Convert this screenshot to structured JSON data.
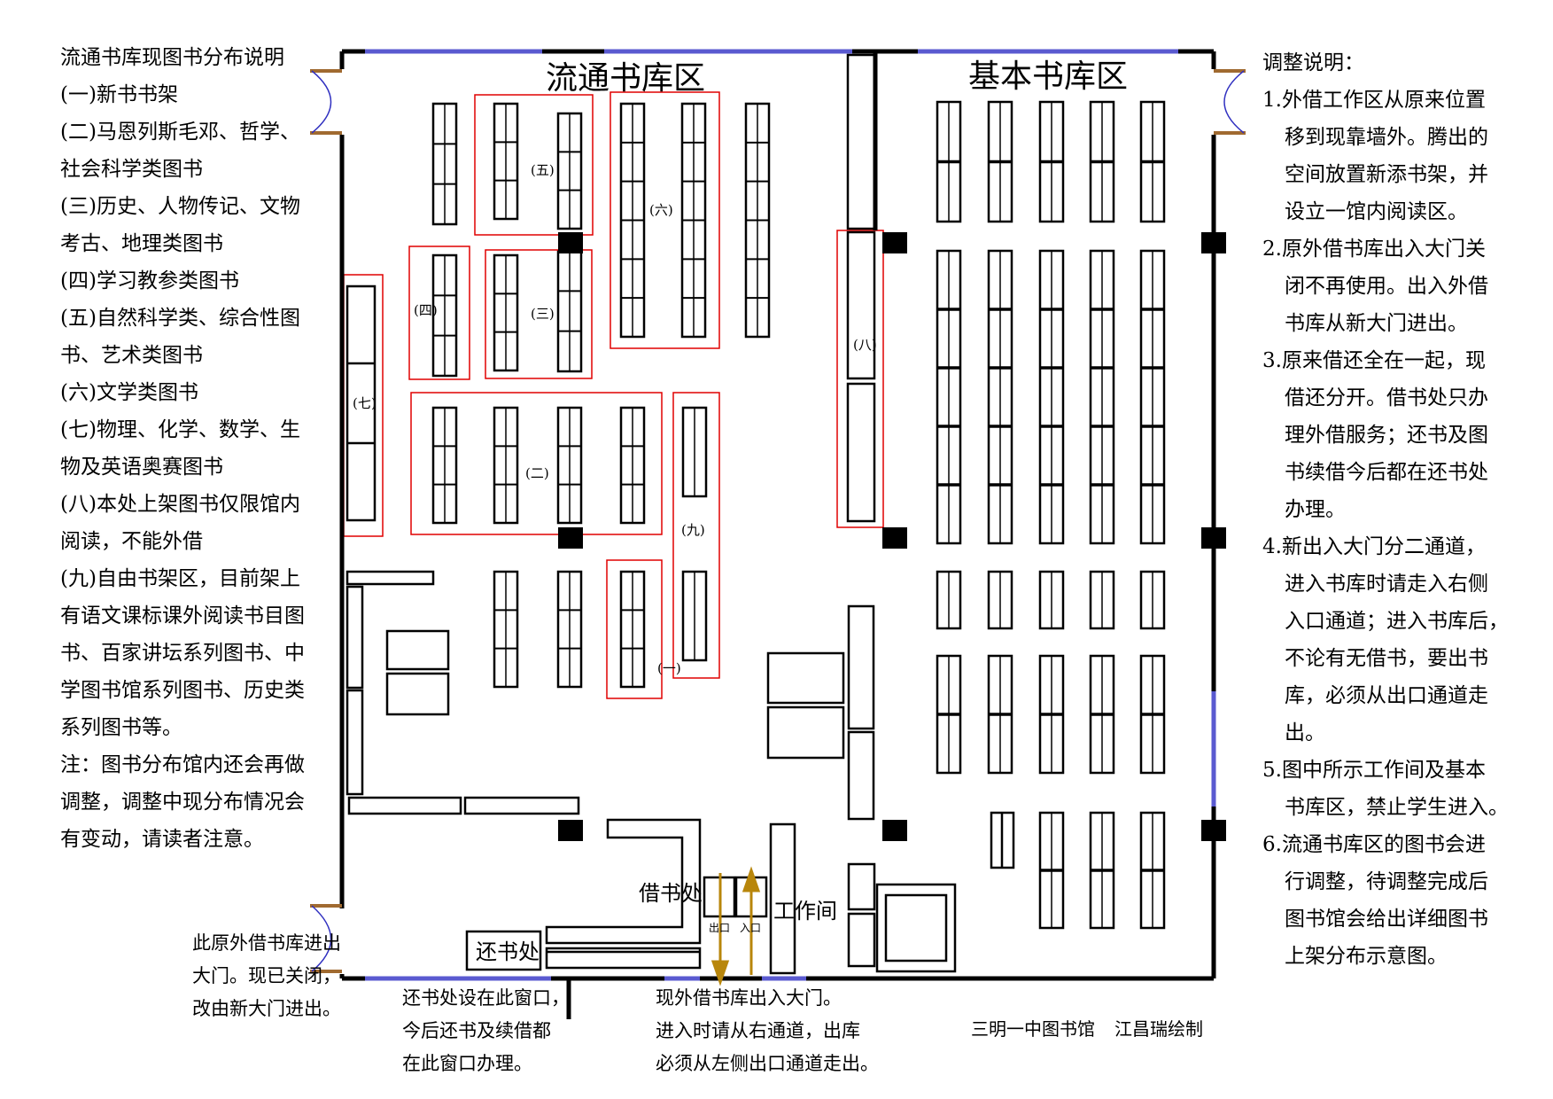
{
  "left_notes": {
    "title": "流通书库现图书分布说明",
    "lines": [
      "(一)新书书架",
      "(二)马恩列斯毛邓、哲学、",
      "社会科学类图书",
      "(三)历史、人物传记、文物",
      "考古、地理类图书",
      "(四)学习教参类图书",
      "(五)自然科学类、综合性图",
      "书、艺术类图书",
      "(六)文学类图书",
      "(七)物理、化学、数学、生",
      "物及英语奥赛图书",
      "(八)本处上架图书仅限馆内",
      "阅读，不能外借",
      "(九)自由书架区，目前架上",
      "有语文课标课外阅读书目图",
      "书、百家讲坛系列图书、中",
      "学图书馆系列图书、历史类",
      "系列图书等。",
      "注：图书分布馆内还会再做",
      "调整，调整中现分布情况会",
      "有变动，请读者注意。"
    ]
  },
  "right_notes": {
    "title": "调整说明：",
    "lines": [
      {
        "num": true,
        "text": "1.外借工作区从原来位置"
      },
      {
        "num": false,
        "text": "移到现靠墙外。腾出的"
      },
      {
        "num": false,
        "text": "空间放置新添书架，并"
      },
      {
        "num": false,
        "text": "设立一馆内阅读区。"
      },
      {
        "num": true,
        "text": "2.原外借书库出入大门关"
      },
      {
        "num": false,
        "text": "闭不再使用。出入外借"
      },
      {
        "num": false,
        "text": "书库从新大门进出。"
      },
      {
        "num": true,
        "text": "3.原来借还全在一起，现"
      },
      {
        "num": false,
        "text": "借还分开。借书处只办"
      },
      {
        "num": false,
        "text": "理外借服务；还书及图"
      },
      {
        "num": false,
        "text": "书续借今后都在还书处"
      },
      {
        "num": false,
        "text": "办理。"
      },
      {
        "num": true,
        "text": "4.新出入大门分二通道，"
      },
      {
        "num": false,
        "text": "进入书库时请走入右侧"
      },
      {
        "num": false,
        "text": "入口通道；进入书库后，"
      },
      {
        "num": false,
        "text": "不论有无借书，要出书"
      },
      {
        "num": false,
        "text": "库，必须从出口通道走"
      },
      {
        "num": false,
        "text": "出。"
      },
      {
        "num": true,
        "text": "5.图中所示工作间及基本"
      },
      {
        "num": false,
        "text": "书库区，禁止学生进入。"
      },
      {
        "num": true,
        "text": "6.流通书库区的图书会进"
      },
      {
        "num": false,
        "text": "行调整，待调整完成后"
      },
      {
        "num": false,
        "text": "图书馆会给出详细图书"
      },
      {
        "num": false,
        "text": "上架分布示意图。"
      }
    ]
  },
  "plan": {
    "zone_left": "流通书库区",
    "zone_right": "基本书库区",
    "markers": {
      "m1": "(一)",
      "m2": "(二)",
      "m3": "(三)",
      "m4": "(四)",
      "m5": "(五)",
      "m6": "(六)",
      "m7": "(七)",
      "m8": "(八)",
      "m9": "(九)"
    },
    "borrow_desk": "借书处",
    "return_desk": "还书处",
    "workroom": "工作间",
    "exit_label": "出口",
    "entrance_label": "入口"
  },
  "captions": {
    "old_door": [
      "此原外借书库进出",
      "大门。现已关闭，",
      "改由新大门进出。"
    ],
    "return_window": [
      "还书处设在此窗口，",
      "今后还书及续借都",
      "在此窗口办理。"
    ],
    "new_door": [
      "现外借书库出入大门。",
      "进入时请从右通道，出库",
      "必须从左侧出口通道走出。"
    ]
  },
  "credit": {
    "org": "三明一中图书馆",
    "author": "江昌瑞绘制"
  },
  "colors": {
    "wall": "#000000",
    "window": "#5a5ad0",
    "highlight": "#e00000",
    "arrow": "#b8860b",
    "door": "#a06a30"
  }
}
